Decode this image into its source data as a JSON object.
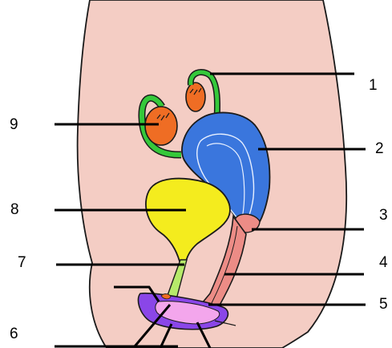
{
  "colors": {
    "body": "#f4cdc4",
    "uterus": "#3a76dd",
    "ovary": "#ef6d24",
    "oviduct": "#35c83a",
    "bladder": "#f4ec1e",
    "urethra": "#b6ea6a",
    "vagina": "#ec8c86",
    "vulva_outer": "#8a46e8",
    "vulva_inner": "#f3a6ec",
    "outline": "#1a1a1a",
    "pointer": "#000000"
  },
  "labels": {
    "n1": "1",
    "n2": "2",
    "n3": "3",
    "n4": "4",
    "n5": "5",
    "n6": "6",
    "n7": "7",
    "n8": "8",
    "n9": "9"
  }
}
